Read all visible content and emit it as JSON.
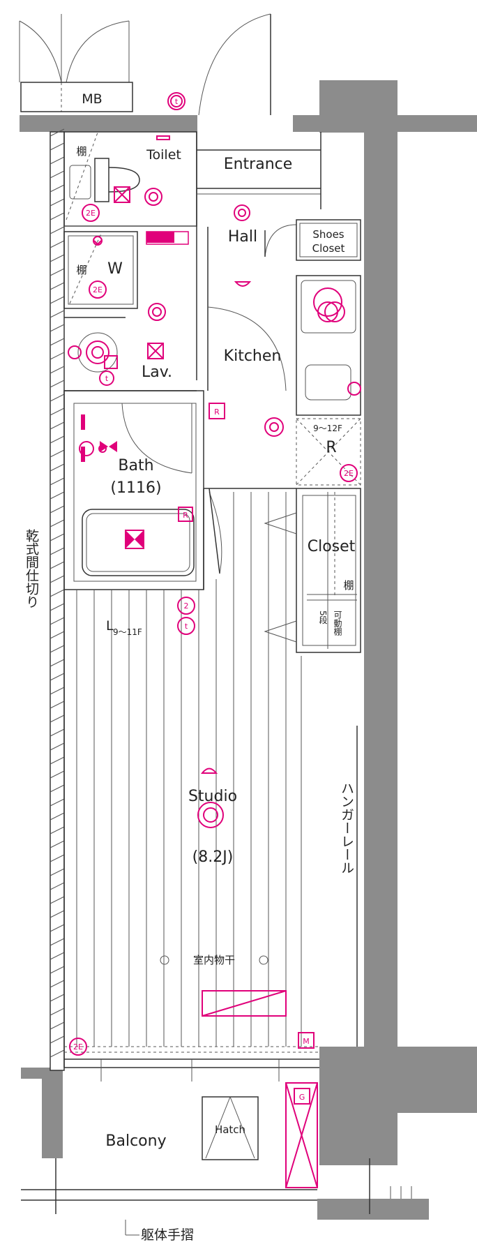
{
  "labels": {
    "mb": "MB",
    "toilet": "Toilet",
    "toilet_shelf": "棚",
    "entrance": "Entrance",
    "hall": "Hall",
    "shoes_closet_line1": "Shoes",
    "shoes_closet_line2": "Closet",
    "washer_shelf": "棚",
    "washer": "W",
    "lavatory": "Lav.",
    "kitchen": "Kitchen",
    "fridge_level": "9～12F",
    "fridge": "R",
    "bath": "Bath",
    "bath_size": "(1116)",
    "closet": "Closet",
    "closet_shelf": "棚",
    "movable_shelf": "可動棚",
    "shelf_count": "5段",
    "floor_level": "9～11F",
    "dry_partition": "乾式間仕切り",
    "studio": "Studio",
    "studio_size": "(8.2J)",
    "hanger_rail": "ハンガーレール",
    "indoor_dryer": "室内物干",
    "balcony": "Balcony",
    "hatch": "Hatch",
    "handrail": "躯体手摺"
  },
  "symbols": {
    "t": "t",
    "two_e": "2E",
    "two": "2",
    "r": "R",
    "m": "M",
    "g": "G",
    "l": "L"
  },
  "colors": {
    "equipment": "#e0007a",
    "wall": "#8c8c8c",
    "line": "#333333"
  }
}
